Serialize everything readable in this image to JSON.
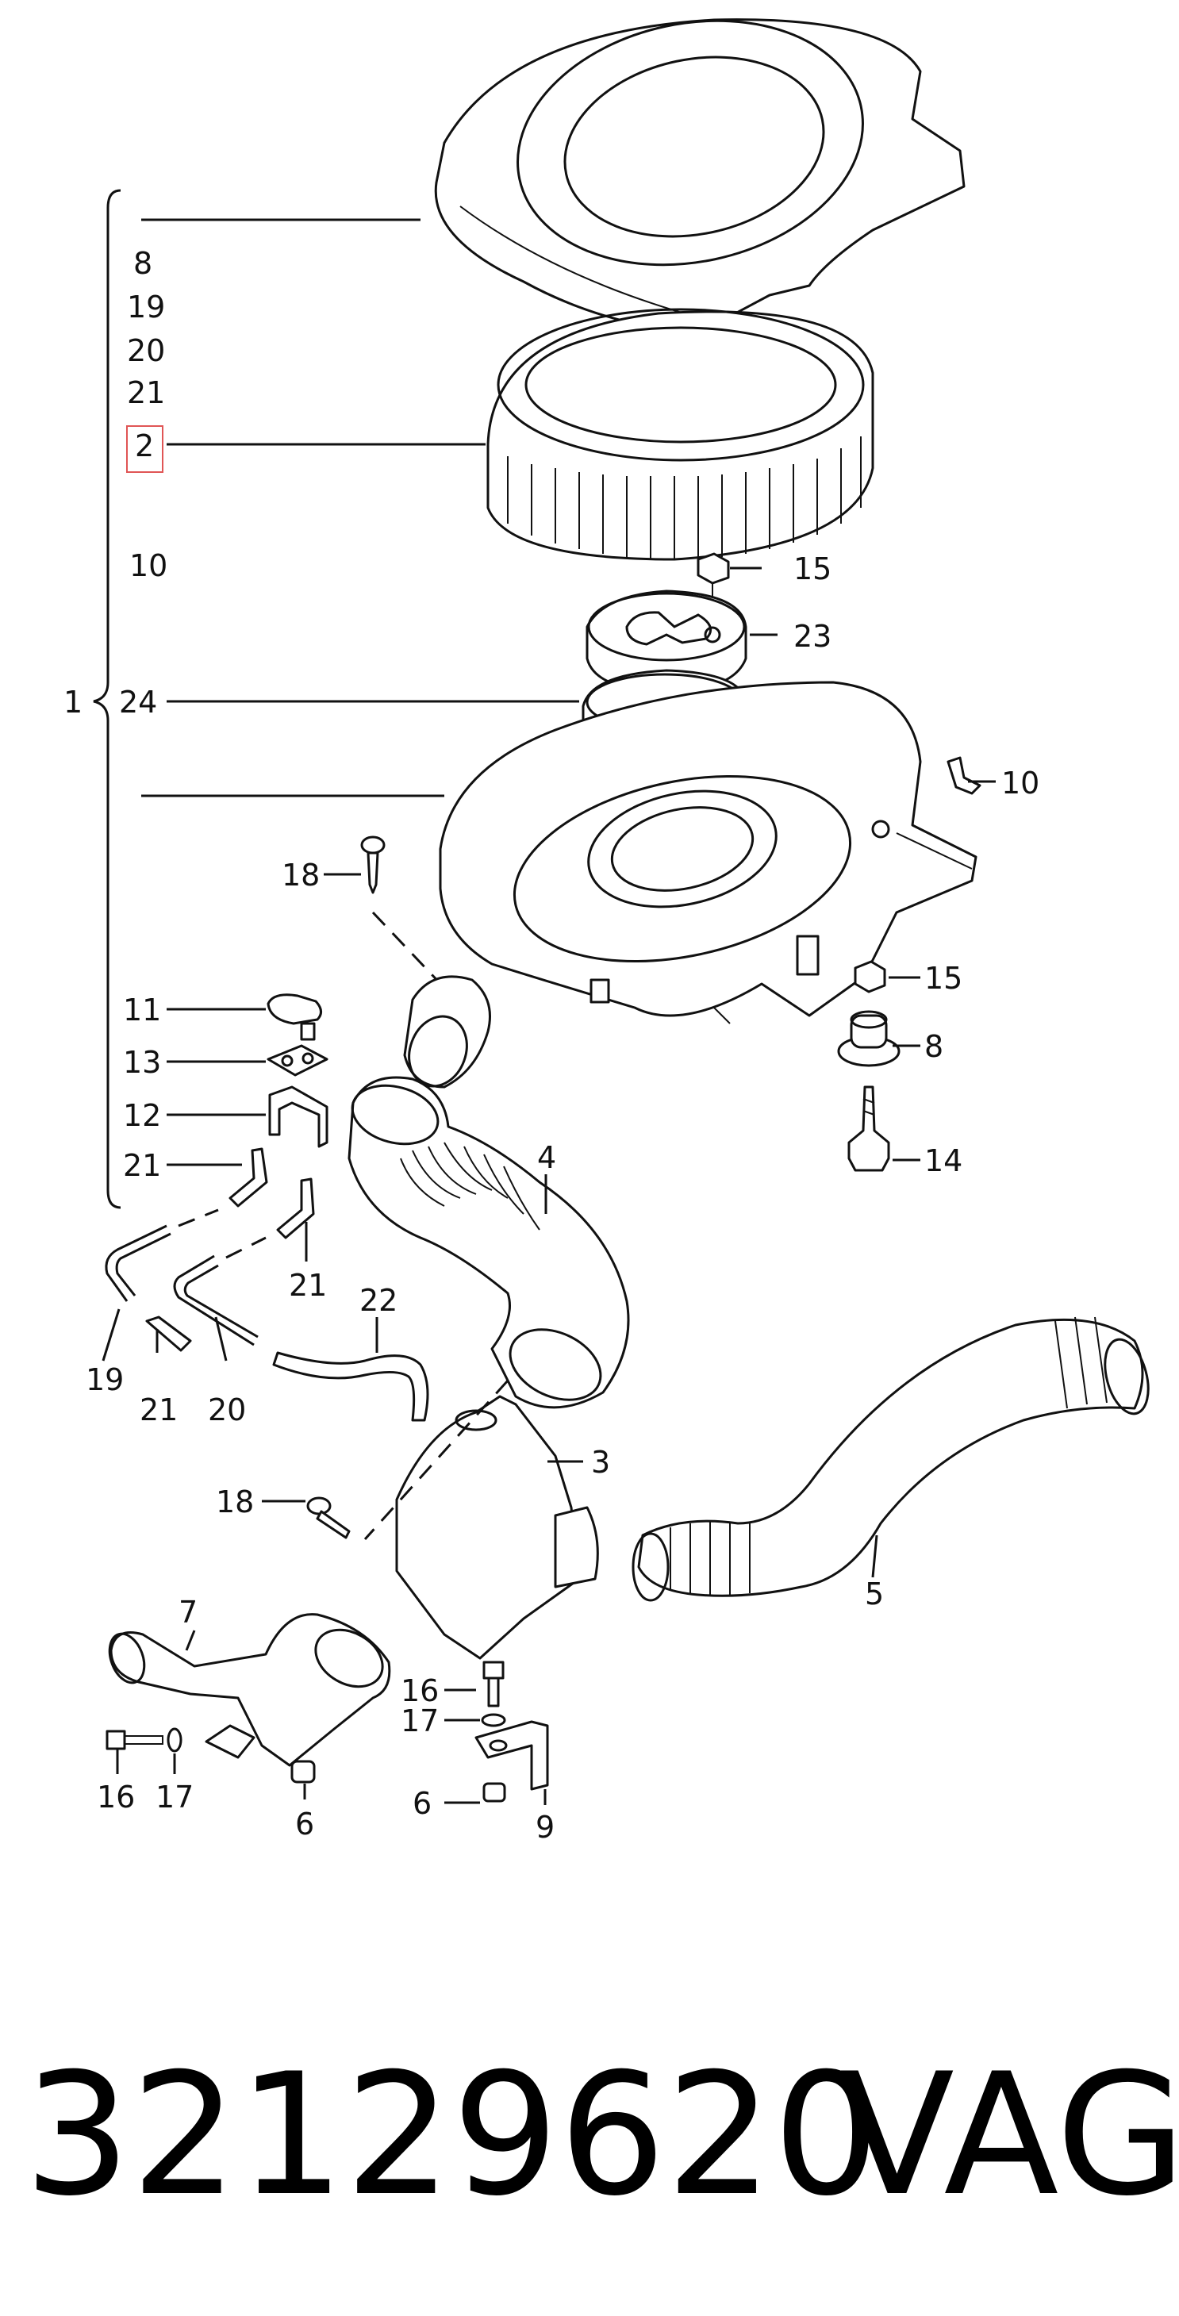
{
  "diagram": {
    "callouts": [
      {
        "id": "c-8-a",
        "text": "8"
      },
      {
        "id": "c-19-a",
        "text": "19"
      },
      {
        "id": "c-20-a",
        "text": "20"
      },
      {
        "id": "c-21-a",
        "text": "21"
      },
      {
        "id": "c-2",
        "text": "2",
        "highlighted": true
      },
      {
        "id": "c-10-a",
        "text": "10"
      },
      {
        "id": "c-1",
        "text": "1"
      },
      {
        "id": "c-24",
        "text": "24"
      },
      {
        "id": "c-15-a",
        "text": "15"
      },
      {
        "id": "c-23",
        "text": "23"
      },
      {
        "id": "c-10-b",
        "text": "10"
      },
      {
        "id": "c-18-a",
        "text": "18"
      },
      {
        "id": "c-15-b",
        "text": "15"
      },
      {
        "id": "c-8-b",
        "text": "8"
      },
      {
        "id": "c-14",
        "text": "14"
      },
      {
        "id": "c-11",
        "text": "11"
      },
      {
        "id": "c-13",
        "text": "13"
      },
      {
        "id": "c-12",
        "text": "12"
      },
      {
        "id": "c-21-b",
        "text": "21"
      },
      {
        "id": "c-4",
        "text": "4"
      },
      {
        "id": "c-21-c",
        "text": "21"
      },
      {
        "id": "c-22",
        "text": "22"
      },
      {
        "id": "c-19-b",
        "text": "19"
      },
      {
        "id": "c-21-d",
        "text": "21"
      },
      {
        "id": "c-20-b",
        "text": "20"
      },
      {
        "id": "c-3",
        "text": "3"
      },
      {
        "id": "c-18-b",
        "text": "18"
      },
      {
        "id": "c-5",
        "text": "5"
      },
      {
        "id": "c-7",
        "text": "7"
      },
      {
        "id": "c-16-a",
        "text": "16"
      },
      {
        "id": "c-17-a",
        "text": "17"
      },
      {
        "id": "c-6-a",
        "text": "6"
      },
      {
        "id": "c-16-b",
        "text": "16"
      },
      {
        "id": "c-17-b",
        "text": "17"
      },
      {
        "id": "c-6-b",
        "text": "6"
      },
      {
        "id": "c-9",
        "text": "9"
      }
    ],
    "highlight_color": "#e05555"
  },
  "footer": {
    "part_number": "32129620",
    "brand": "VAG"
  }
}
